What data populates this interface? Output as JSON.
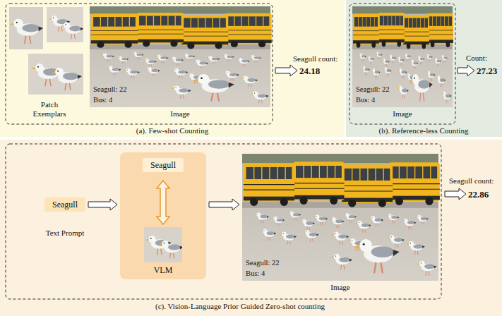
{
  "diagram": {
    "nodes": [
      {
        "text": [
          "Patch Exemplars",
          "Seagull count:",
          "24.18",
          "(a). Few-shot Counting"
        ]
      },
      {
        "text": [
          "Seagull: 22",
          "Bus: 4",
          "Image"
        ],
        "in": 0
      },
      {
        "text": [
          "Count:",
          "27.23",
          "(b). Reference-less Counting"
        ]
      },
      {
        "text": [
          "Seagull: 22",
          "Bus: 4",
          "Image"
        ],
        "in": 2
      },
      {
        "text": [
          "Seagull count:",
          "22.86",
          "(c). Vision-Language Prior Guided Zero-shot counting"
        ]
      },
      {
        "text": [
          "Seagull",
          "Text Prompt"
        ],
        "in": 4
      },
      {
        "text": [
          "VLM"
        ],
        "in": 4
      },
      {
        "text": [
          "Seagull"
        ],
        "in": 6
      },
      {
        "text": [
          "Seagull: 22",
          "Bus: 4",
          "Image"
        ],
        "in": 4
      }
    ],
    "edges": [
      {
        "from": 5,
        "to": 6,
        "arrow": "to"
      },
      {
        "from": 6,
        "to": 8,
        "arrow": "to"
      }
    ]
  }
}
